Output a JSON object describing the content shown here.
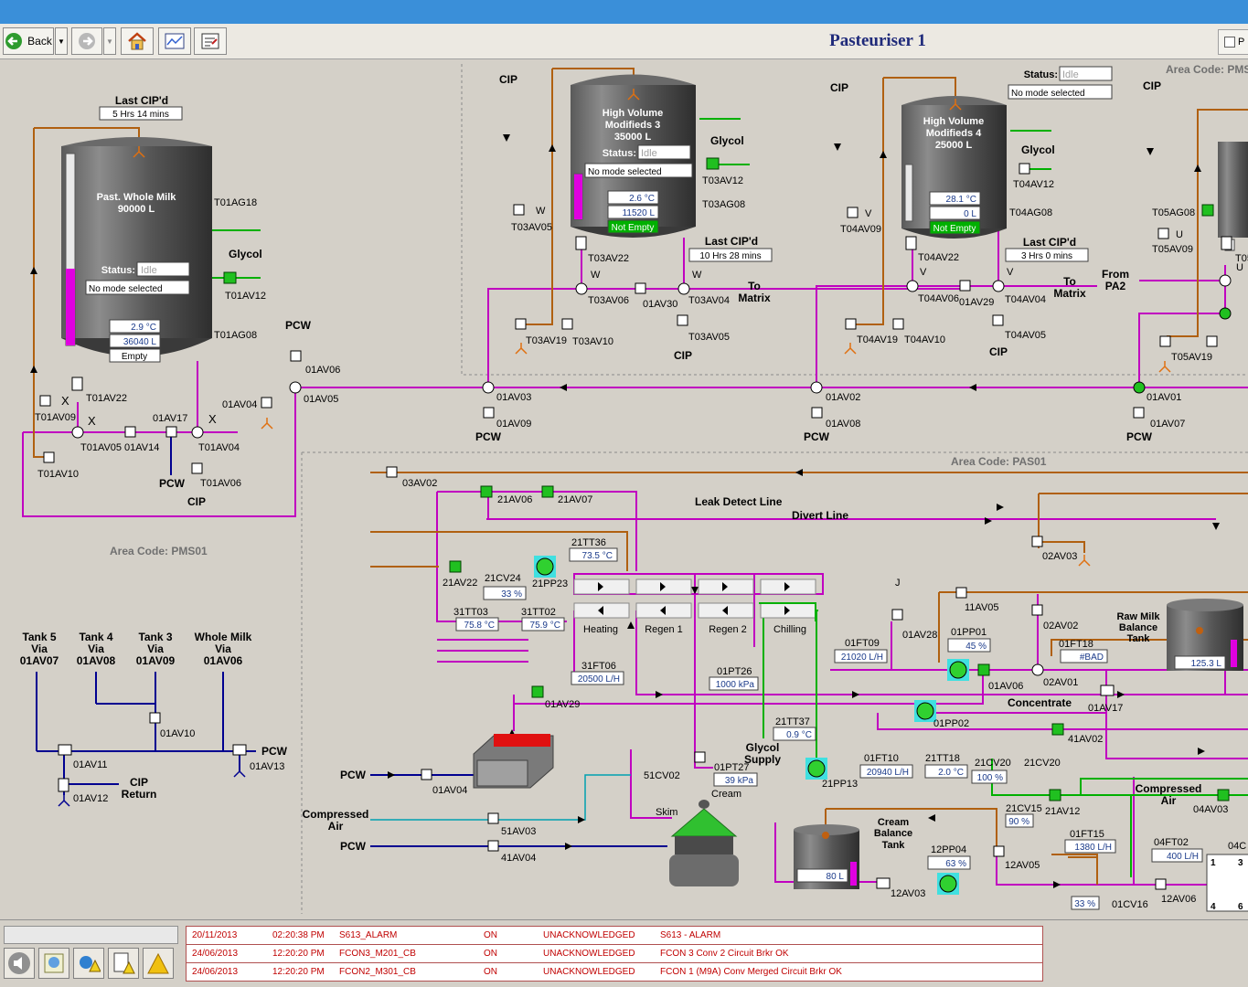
{
  "toolbar": {
    "back_label": "Back",
    "page_title": "Pasteuriser 1",
    "right_checkbox_label": "P"
  },
  "areas": {
    "pms_top": "Area Code: PMS",
    "pas01": "Area Code: PAS01",
    "pms01": "Area Code: PMS01"
  },
  "tank_t01": {
    "last_cip_label": "Last CIP'd",
    "last_cip_value": "5 Hrs 14 mins",
    "name_line1": "Past. Whole Milk",
    "name_line2": "90000 L",
    "status_label": "Status:",
    "status_value": "Idle",
    "mode": "No mode selected",
    "temp": "2.9 °C",
    "volume": "36040 L",
    "state": "Empty",
    "level": 0.4
  },
  "tank_t03": {
    "name_line1": "High Volume",
    "name_line2": "Modifieds 3",
    "name_line3": "35000 L",
    "status_label": "Status:",
    "status_value": "Idle",
    "mode": "No mode selected",
    "temp": "2.6 °C",
    "volume": "11520 L",
    "state": "Not Empty",
    "last_cip_label": "Last CIP'd",
    "last_cip_value": "10 Hrs  28 mins",
    "level": 0.33
  },
  "tank_t04": {
    "name_line1": "High Volume",
    "name_line2": "Modifieds 4",
    "name_line3": "25000 L",
    "status_label": "Status:",
    "status_value": "Idle",
    "mode": "No mode selected",
    "temp": "28.1 °C",
    "volume": "0 L",
    "state": "Not Empty",
    "last_cip_label": "Last CIP'd",
    "last_cip_value": "3 Hrs    0 mins"
  },
  "raw_milk": {
    "line1": "Raw Milk",
    "line2": "Balance",
    "line3": "Tank",
    "volume": "125.3 L"
  },
  "cream_tank": {
    "line1": "Cream",
    "line2": "Balance",
    "line3": "Tank",
    "volume": "80 L"
  },
  "labels": {
    "cip": "CIP",
    "pcw": "PCW",
    "glycol": "Glycol",
    "to": "To",
    "matrix": "Matrix",
    "from": "From",
    "pa2": "PA2",
    "leak_detect": "Leak Detect Line",
    "divert": "Divert Line",
    "heating": "Heating",
    "regen1": "Regen 1",
    "regen2": "Regen 2",
    "chilling": "Chilling",
    "concentrate": "Concentrate",
    "glycol_supply1": "Glycol",
    "glycol_supply2": "Supply",
    "skim": "Skim",
    "cream": "Cream",
    "compressed": "Compressed",
    "air": "Air",
    "cip_return1": "CIP",
    "cip_return2": "Return",
    "via": "Via",
    "tank5": "Tank 5",
    "tank4": "Tank 4",
    "tank3": "Tank 3",
    "whole_milk": "Whole Milk",
    "x": "X",
    "w": "W",
    "v": "V",
    "u": "U",
    "j": "J"
  },
  "valves": {
    "T01AG18": "T01AG18",
    "T01AV12": "T01AV12",
    "T01AG08": "T01AG08",
    "T01AV22": "T01AV22",
    "T01AV09": "T01AV09",
    "T01AV05": "T01AV05",
    "01AV14": "01AV14",
    "01AV17": "01AV17",
    "T01AV04": "T01AV04",
    "T01AV10": "T01AV10",
    "T01AV06": "T01AV06",
    "01AV04": "01AV04",
    "01AV05": "01AV05",
    "01AV06": "01AV06",
    "01AV03": "01AV03",
    "01AV09": "01AV09",
    "01AV02": "01AV02",
    "01AV08": "01AV08",
    "01AV01": "01AV01",
    "01AV07": "01AV07",
    "T03AV05": "T03AV05",
    "T03AV12": "T03AV12",
    "T03AG08": "T03AG08",
    "T03AV22": "T03AV22",
    "T03AV06": "T03AV06",
    "01AV30": "01AV30",
    "T03AV04": "T03AV04",
    "T03AV19": "T03AV19",
    "T03AV10": "T03AV10",
    "T03AV05b": "T03AV05",
    "T04AV09": "T04AV09",
    "T04AV12": "T04AV12",
    "T04AG08": "T04AG08",
    "T04AV22": "T04AV22",
    "T04AV06": "T04AV06",
    "01AV29": "01AV29",
    "T04AV04": "T04AV04",
    "T04AV19": "T04AV19",
    "T04AV10": "T04AV10",
    "T04AV05": "T04AV05",
    "T05AG08": "T05AG08",
    "T05AV09": "T05AV09",
    "T05AV19": "T05AV19",
    "T05": "T05",
    "03AV02": "03AV02",
    "21AV06": "21AV06",
    "21AV07": "21AV07",
    "21TT36": "21TT36",
    "21AV22": "21AV22",
    "21CV24": "21CV24",
    "21PP23": "21PP23",
    "31TT03": "31TT03",
    "31TT02": "31TT02",
    "31FT06": "31FT06",
    "02AV03": "02AV03",
    "11AV05": "11AV05",
    "02AV02": "02AV02",
    "01FT09": "01FT09",
    "01AV28": "01AV28",
    "01PP01": "01PP01",
    "01FT18": "01FT18",
    "01AV06b": "01AV06",
    "02AV01": "02AV01",
    "01AV17b": "01AV17",
    "01PT26": "01PT26",
    "01AV29b": "01AV29",
    "01PP02": "01PP02",
    "41AV02": "41AV02",
    "21TT37": "21TT37",
    "01FT10": "01FT10",
    "21TT18": "21TT18",
    "21CV20": "21CV20",
    "21CV20b": "21CV20",
    "21PP13": "21PP13",
    "21CV15": "21CV15",
    "21AV12": "21AV12",
    "04AV03": "04AV03",
    "01PT27": "01PT27",
    "51CV02": "51CV02",
    "01AV04b": "01AV04",
    "51AV03": "51AV03",
    "41AV04": "41AV04",
    "12PP04": "12PP04",
    "12AV05": "12AV05",
    "12AV03": "12AV03",
    "01FT15": "01FT15",
    "04FT02": "04FT02",
    "01CV16": "01CV16",
    "12AV06": "12AV06",
    "04C": "04C",
    "01AV07b": "01AV07",
    "01AV08b": "01AV08",
    "01AV09b": "01AV09",
    "01AV06c": "01AV06",
    "01AV10": "01AV10",
    "01AV11": "01AV11",
    "01AV13": "01AV13",
    "01AV12": "01AV12"
  },
  "readings": {
    "21TT36": "73.5 °C",
    "21CV24": "33 %",
    "31TT03": "75.8 °C",
    "31TT02": "75.9 °C",
    "31FT06": "20500 L/H",
    "01FT09": "21020 L/H",
    "01PP01": "45 %",
    "01FT18": "#BAD",
    "01PT26": "1000 kPa",
    "21TT37": "0.9 °C",
    "01FT10": "20940 L/H",
    "21TT18": "2.0 °C",
    "21CV20": "100 %",
    "21CV15": "90 %",
    "01PT27": "39 kPa",
    "12PP04": "63 %",
    "01FT15": "1380 L/H",
    "04FT02": "400 L/H",
    "01CV16": "33 %",
    "grid1": "1",
    "grid3": "3",
    "grid4": "4",
    "grid6": "6"
  },
  "alarms": [
    {
      "date": "20/11/2013",
      "time": "02:20:38 PM",
      "tag": "S613_ALARM",
      "state": "ON",
      "ack": "UNACKNOWLEDGED",
      "desc": "S613 - ALARM"
    },
    {
      "date": "24/06/2013",
      "time": "12:20:20 PM",
      "tag": "FCON3_M201_CB",
      "state": "ON",
      "ack": "UNACKNOWLEDGED",
      "desc": "FCON 3 Conv 2 Circuit Brkr OK"
    },
    {
      "date": "24/06/2013",
      "time": "12:20:20 PM",
      "tag": "FCON2_M301_CB",
      "state": "ON",
      "ack": "UNACKNOWLEDGED",
      "desc": "FCON 1 (M9A) Conv Merged Circuit Brkr OK"
    }
  ],
  "colors": {
    "product": "#c000c0",
    "cip": "#b06010",
    "water": "#0000a0",
    "glycol": "#00b000",
    "air": "#00a0b0",
    "alarm": "#c00000",
    "title": "#1f2a7a"
  },
  "icons": [
    "back-arrow-icon",
    "forward-arrow-icon",
    "home-icon",
    "trend-icon",
    "report-icon",
    "speaker-icon",
    "map-icon",
    "network-icon",
    "document-warning-icon",
    "warning-icon"
  ]
}
